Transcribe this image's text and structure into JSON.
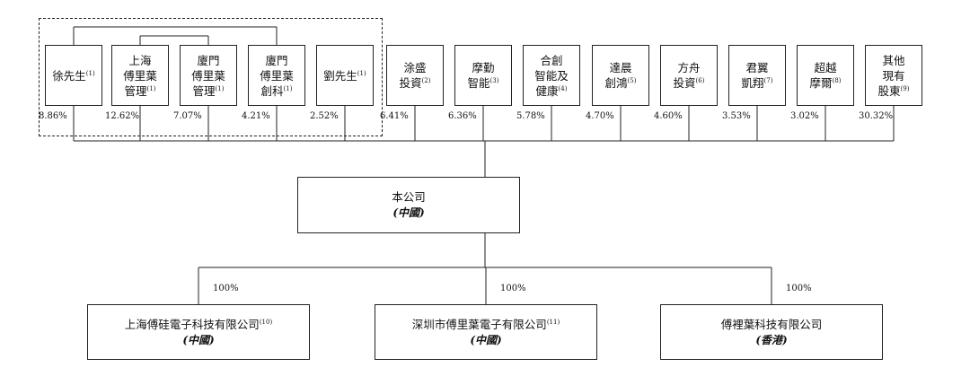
{
  "shareholders": [
    {
      "id": "xu",
      "text": "徐先生",
      "note": "(1)",
      "pct": "8.86%"
    },
    {
      "id": "sh-fuliye-mgmt",
      "text": "上海\n傅里葉\n管理",
      "note": "(1)",
      "pct": "12.62%"
    },
    {
      "id": "xm-fuliye-mgmt",
      "text": "廈門\n傅里葉\n管理",
      "note": "(1)",
      "pct": "7.07%"
    },
    {
      "id": "xm-fuliye-chuangke",
      "text": "廈門\n傅里葉\n創科",
      "note": "(1)",
      "pct": "4.21%"
    },
    {
      "id": "liu",
      "text": "劉先生",
      "note": "(1)",
      "pct": "2.52%"
    },
    {
      "id": "tusheng",
      "text": "涂盛\n投資",
      "note": "(2)",
      "pct": "6.41%"
    },
    {
      "id": "moqin",
      "text": "摩勤\n智能",
      "note": "(3)",
      "pct": "6.36%"
    },
    {
      "id": "hechuang",
      "text": "合創\n智能及\n健康",
      "note": "(4)",
      "pct": "5.78%"
    },
    {
      "id": "dachen",
      "text": "達晨\n創鴻",
      "note": "(5)",
      "pct": "4.70%"
    },
    {
      "id": "fangzhou",
      "text": "方舟\n投資",
      "note": "(6)",
      "pct": "4.60%"
    },
    {
      "id": "junyi",
      "text": "君翼\n凱翔",
      "note": "(7)",
      "pct": "3.53%"
    },
    {
      "id": "chaoyue",
      "text": "超越\n摩爾",
      "note": "(8)",
      "pct": "3.02%"
    },
    {
      "id": "others",
      "text": "其他\n現有\n股東",
      "note": "(9)",
      "pct": "30.32%"
    }
  ],
  "company": {
    "name": "本公司",
    "jurisdiction": "(中國)"
  },
  "subsidiaries": [
    {
      "id": "sh-fugui",
      "name": "上海傅硅電子科技有限公司",
      "note": "(10)",
      "jurisdiction": "(中國)",
      "pct": "100%"
    },
    {
      "id": "sz-fuliye",
      "name": "深圳市傅里葉電子有限公司",
      "note": "(11)",
      "jurisdiction": "(中國)",
      "pct": "100%"
    },
    {
      "id": "hk-fuliye",
      "name": "傅裡葉科技有限公司",
      "note": "",
      "jurisdiction": "(香港)",
      "pct": "100%"
    }
  ],
  "colors": {
    "line": "#222222",
    "background": "#ffffff"
  }
}
